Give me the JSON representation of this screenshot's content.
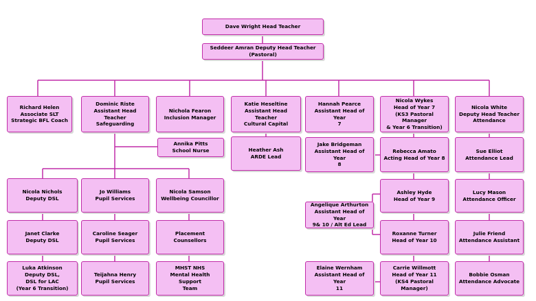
{
  "colors": {
    "box_fill": "#f4bff3",
    "box_border": "#c02ca8",
    "connector": "#c02ca8"
  },
  "chart": {
    "head": "Dave Wright Head Teacher",
    "deputy_pastoral": "Seddeer Amran Deputy Head Teacher (Pastoral)",
    "richard": "Richard Helen\nAssociate SLT\nStrategic BFL Coach",
    "dominic": "Dominic Riste\nAssistant Head Teacher\nSafeguarding",
    "nichola_fearon": "Nichola Fearon\nInclusion Manager",
    "katie": "Katie Heseltine\nAssistant Head Teacher\nCultural Capital",
    "hannah": "Hannah Pearce\nAssistant Head of Year\n7",
    "nicola_wykes": "Nicola Wykes\nHead of Year 7\n(KS3 Pastoral Manager\n& Year 6 Transition)",
    "nicola_white": "Nicola White\nDeputy Head Teacher\nAttendance",
    "annika": "Annika Pitts\nSchool Nurse",
    "heather": "Heather Ash\nARDE Lead",
    "jake": "Jake Bridgeman\nAssistant Head of Year\n8",
    "rebecca": "Rebecca Amato\nActing Head of Year 8",
    "sue": "Sue Elliot\nAttendance Lead",
    "nicola_nichols": "Nicola Nichols\nDeputy DSL",
    "jo": "Jo Williams\nPupil Services",
    "nicola_samson": "Nicola Samson\nWellbeing Councillor",
    "ashley": "Ashley Hyde\nHead of Year 9",
    "lucy": "Lucy Mason\nAttendance Officer",
    "angelique": "Angelique Arthurton\nAssistant Head of Year\n9& 10 / Alt Ed Lead",
    "janet": "Janet Clarke\nDeputy DSL",
    "caroline": "Caroline Seager\nPupil Services",
    "placement": "Placement Counsellors",
    "roxanne": "Roxanne Turner\nHead of Year 10",
    "julie": "Julie Friend\nAttendance Assistant",
    "luka": "Luka Atkinson\nDeputy DSL,\nDSL for LAC\n(Year 6 Transition)",
    "teijahna": "Teijahna Henry\nPupil Services",
    "mhst": "MHST NHS\nMental Health Support\nTeam",
    "elaine": "Elaine Wernham\nAssistant Head of Year\n11",
    "carrie": "Carrie Willmott\nHead of Year 11\n(KS4 Pastoral Manager)",
    "bobbie": "Bobbie Osman\nAttendance Advocate"
  }
}
